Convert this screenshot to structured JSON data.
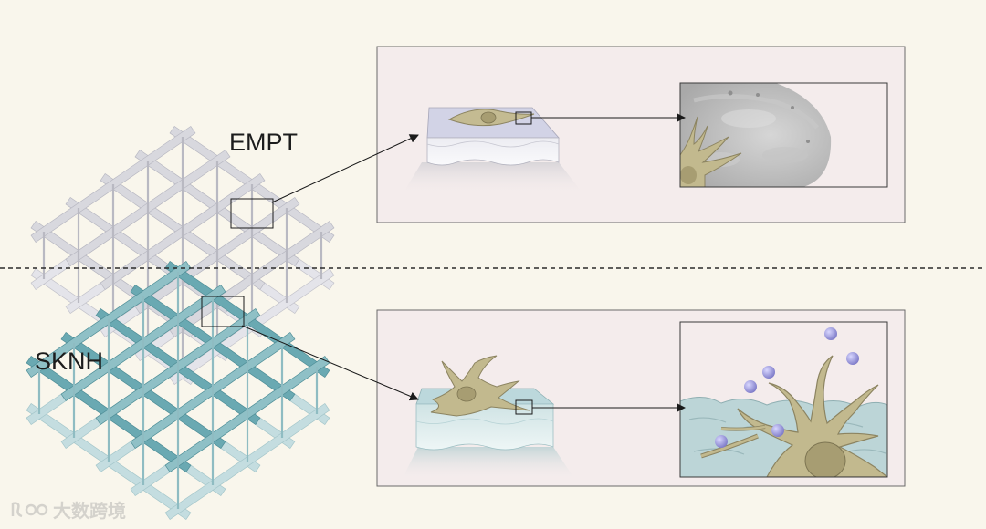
{
  "labels": {
    "top": "EMPT",
    "bottom": "SKNH"
  },
  "watermark": {
    "text": "大数跨境"
  },
  "colors": {
    "background": "#f9f6ec",
    "panel_fill": "#f4ecec",
    "panel_border": "#5a5a5a",
    "lattice_top": "#d8d8de",
    "lattice_bottom_front": "#6aa9b2",
    "lattice_bottom_back": "#c4dde0",
    "cell_body": "#c2b98e",
    "cell_nucleus": "#a79d72",
    "particle": "#8c8ad0",
    "substrate_top_plain": "#cfd0e4",
    "substrate_top_tissue": "#bcd8dc",
    "surface_grey": "#b6b6b6"
  }
}
